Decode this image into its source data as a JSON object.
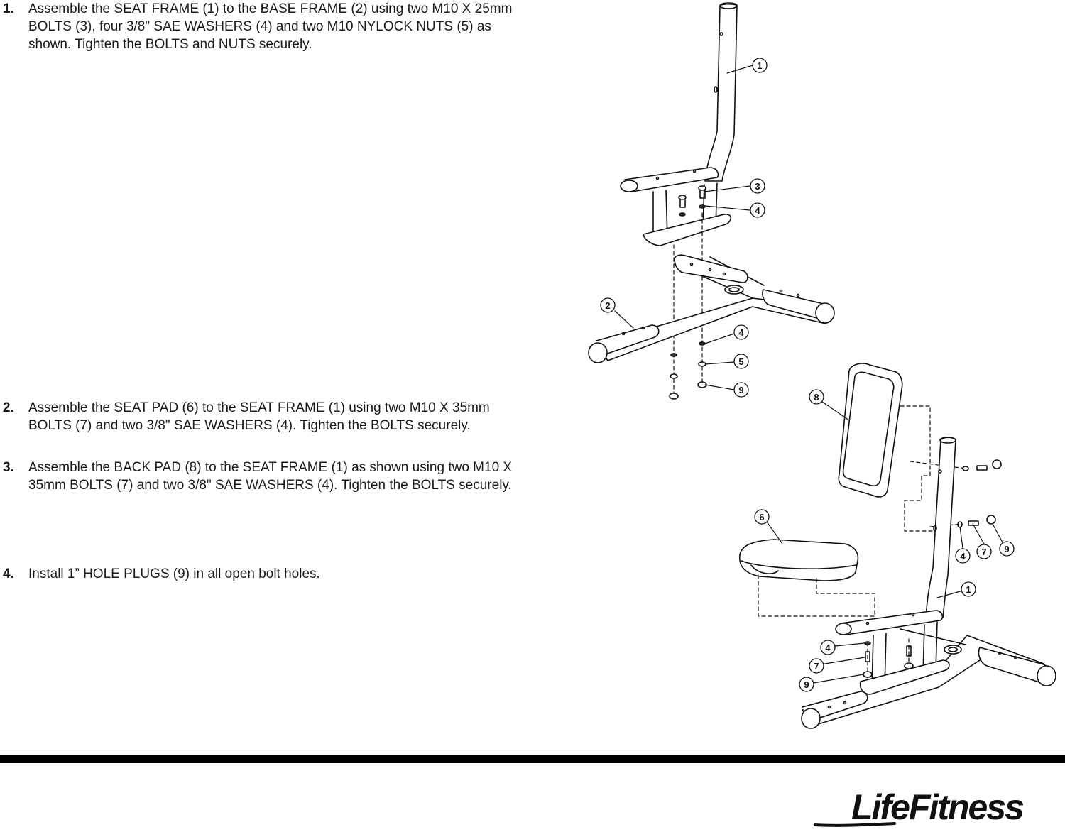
{
  "steps": [
    {
      "number": "1.",
      "text": "Assemble the SEAT FRAME (1) to the BASE FRAME (2) using two M10 X 25mm BOLTS (3), four 3/8\" SAE WASHERS (4) and two M10 NYLOCK NUTS (5) as shown. Tighten the BOLTS and NUTS securely."
    },
    {
      "number": "2.",
      "text": "Assemble the SEAT PAD (6) to the SEAT FRAME (1) using two M10 X 35mm BOLTS (7) and two 3/8\" SAE WASHERS (4). Tighten the BOLTS securely."
    },
    {
      "number": "3.",
      "text": "Assemble the BACK PAD (8) to the SEAT FRAME (1) as shown using two M10 X 35mm BOLTS (7) and two 3/8\" SAE WASHERS (4). Tighten the BOLTS securely."
    },
    {
      "number": "4.",
      "text": "Install 1” HOLE PLUGS (9) in all open bolt holes."
    }
  ],
  "figure1": {
    "callouts": {
      "c1": "1",
      "c3": "3",
      "c4a": "4",
      "c2": "2",
      "c4b": "4",
      "c5": "5",
      "c9": "9"
    }
  },
  "figure2": {
    "callouts": {
      "c8": "8",
      "c6": "6",
      "c4a": "4",
      "c7a": "7",
      "c9a": "9",
      "c1": "1",
      "c4b": "4",
      "c7b": "7",
      "c9b": "9"
    }
  },
  "footer": {
    "logo_text": "LifeFitness"
  }
}
